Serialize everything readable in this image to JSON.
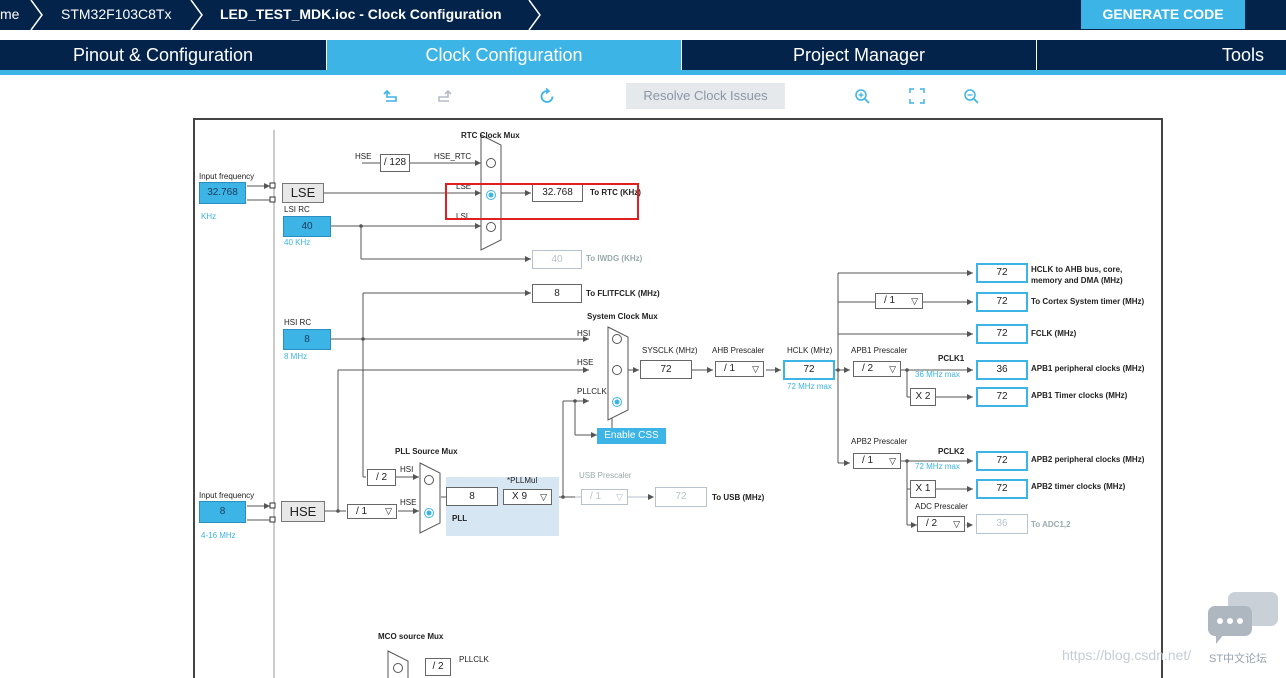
{
  "breadcrumbs": [
    "me",
    "STM32F103C8Tx",
    "LED_TEST_MDK.ioc - Clock Configuration"
  ],
  "generate_label": "GENERATE CODE",
  "tabs": [
    "Pinout & Configuration",
    "Clock Configuration",
    "Project Manager",
    "Tools"
  ],
  "active_tab": "Clock Configuration",
  "toolbar": {
    "resolve_label": "Resolve Clock Issues"
  },
  "lse": {
    "input_label": "Input frequency",
    "input_value": "32.768",
    "unit": "KHz",
    "name": "LSE"
  },
  "lsi": {
    "label": "LSI RC",
    "value": "40",
    "range": "40 KHz"
  },
  "hsi": {
    "label": "HSI RC",
    "value": "8",
    "range": "8 MHz"
  },
  "hse": {
    "input_label": "Input frequency",
    "input_value": "8",
    "range": "4-16 MHz",
    "name": "HSE"
  },
  "rtc": {
    "mux_title": "RTC Clock Mux",
    "hse_label": "HSE",
    "div_value": "/ 128",
    "hse_rtc_label": "HSE_RTC",
    "lse_label": "LSE",
    "lsi_label": "LSI",
    "output_value": "32.768",
    "output_label": "To RTC (KHz)"
  },
  "iwdg": {
    "value": "40",
    "label": "To IWDG (KHz)"
  },
  "flitf": {
    "value": "8",
    "label": "To FLITFCLK (MHz)"
  },
  "sysmux": {
    "title": "System Clock Mux",
    "hsi": "HSI",
    "hse": "HSE",
    "pllclk": "PLLCLK",
    "css_label": "Enable CSS"
  },
  "sysclk": {
    "label": "SYSCLK (MHz)",
    "value": "72"
  },
  "ahb": {
    "label": "AHB Prescaler",
    "value": "/ 1"
  },
  "hclk": {
    "label": "HCLK (MHz)",
    "value": "72",
    "max": "72 MHz max"
  },
  "pll": {
    "mux_title": "PLL Source Mux",
    "hsi_div": "/ 2",
    "hsi_label": "HSI",
    "hse_label": "HSE",
    "hse_div": "/ 1",
    "value": "8",
    "mul_label": "*PLLMul",
    "mul_value": "X 9",
    "label": "PLL"
  },
  "usb": {
    "label": "USB Prescaler",
    "div": "/ 1",
    "value": "72",
    "out_label": "To USB (MHz)"
  },
  "outputs": {
    "hclk_ahb": {
      "value": "72",
      "label1": "HCLK to AHB bus, core,",
      "label2": "memory and DMA (MHz)"
    },
    "cortex_div": "/ 1",
    "cortex": {
      "value": "72",
      "label": "To Cortex System timer (MHz)"
    },
    "fclk": {
      "value": "72",
      "label": "FCLK (MHz)"
    },
    "apb1_prescaler_label": "APB1 Prescaler",
    "apb1_div": "/ 2",
    "pclk1_label": "PCLK1",
    "pclk1_max": "36 MHz max",
    "apb1_periph": {
      "value": "36",
      "label": "APB1 peripheral clocks (MHz)"
    },
    "apb1_timer_mul": "X 2",
    "apb1_timer": {
      "value": "72",
      "label": "APB1 Timer clocks (MHz)"
    },
    "apb2_prescaler_label": "APB2 Prescaler",
    "apb2_div": "/ 1",
    "pclk2_label": "PCLK2",
    "pclk2_max": "72 MHz max",
    "apb2_periph": {
      "value": "72",
      "label": "APB2 peripheral clocks (MHz)"
    },
    "apb2_timer_mul": "X 1",
    "apb2_timer": {
      "value": "72",
      "label": "APB2 timer clocks (MHz)"
    },
    "adc_prescaler_label": "ADC Prescaler",
    "adc_div": "/ 2",
    "adc": {
      "value": "36",
      "label": "To ADC1,2"
    }
  },
  "mco": {
    "title": "MCO source Mux",
    "div": "/ 2",
    "pllclk": "PLLCLK"
  },
  "watermark": "https://blog.csdn.net/",
  "forum_label": "ST中文论坛",
  "colors": {
    "navy": "#03234b",
    "accent": "#3cb4e6",
    "highlight": "#e02020"
  }
}
